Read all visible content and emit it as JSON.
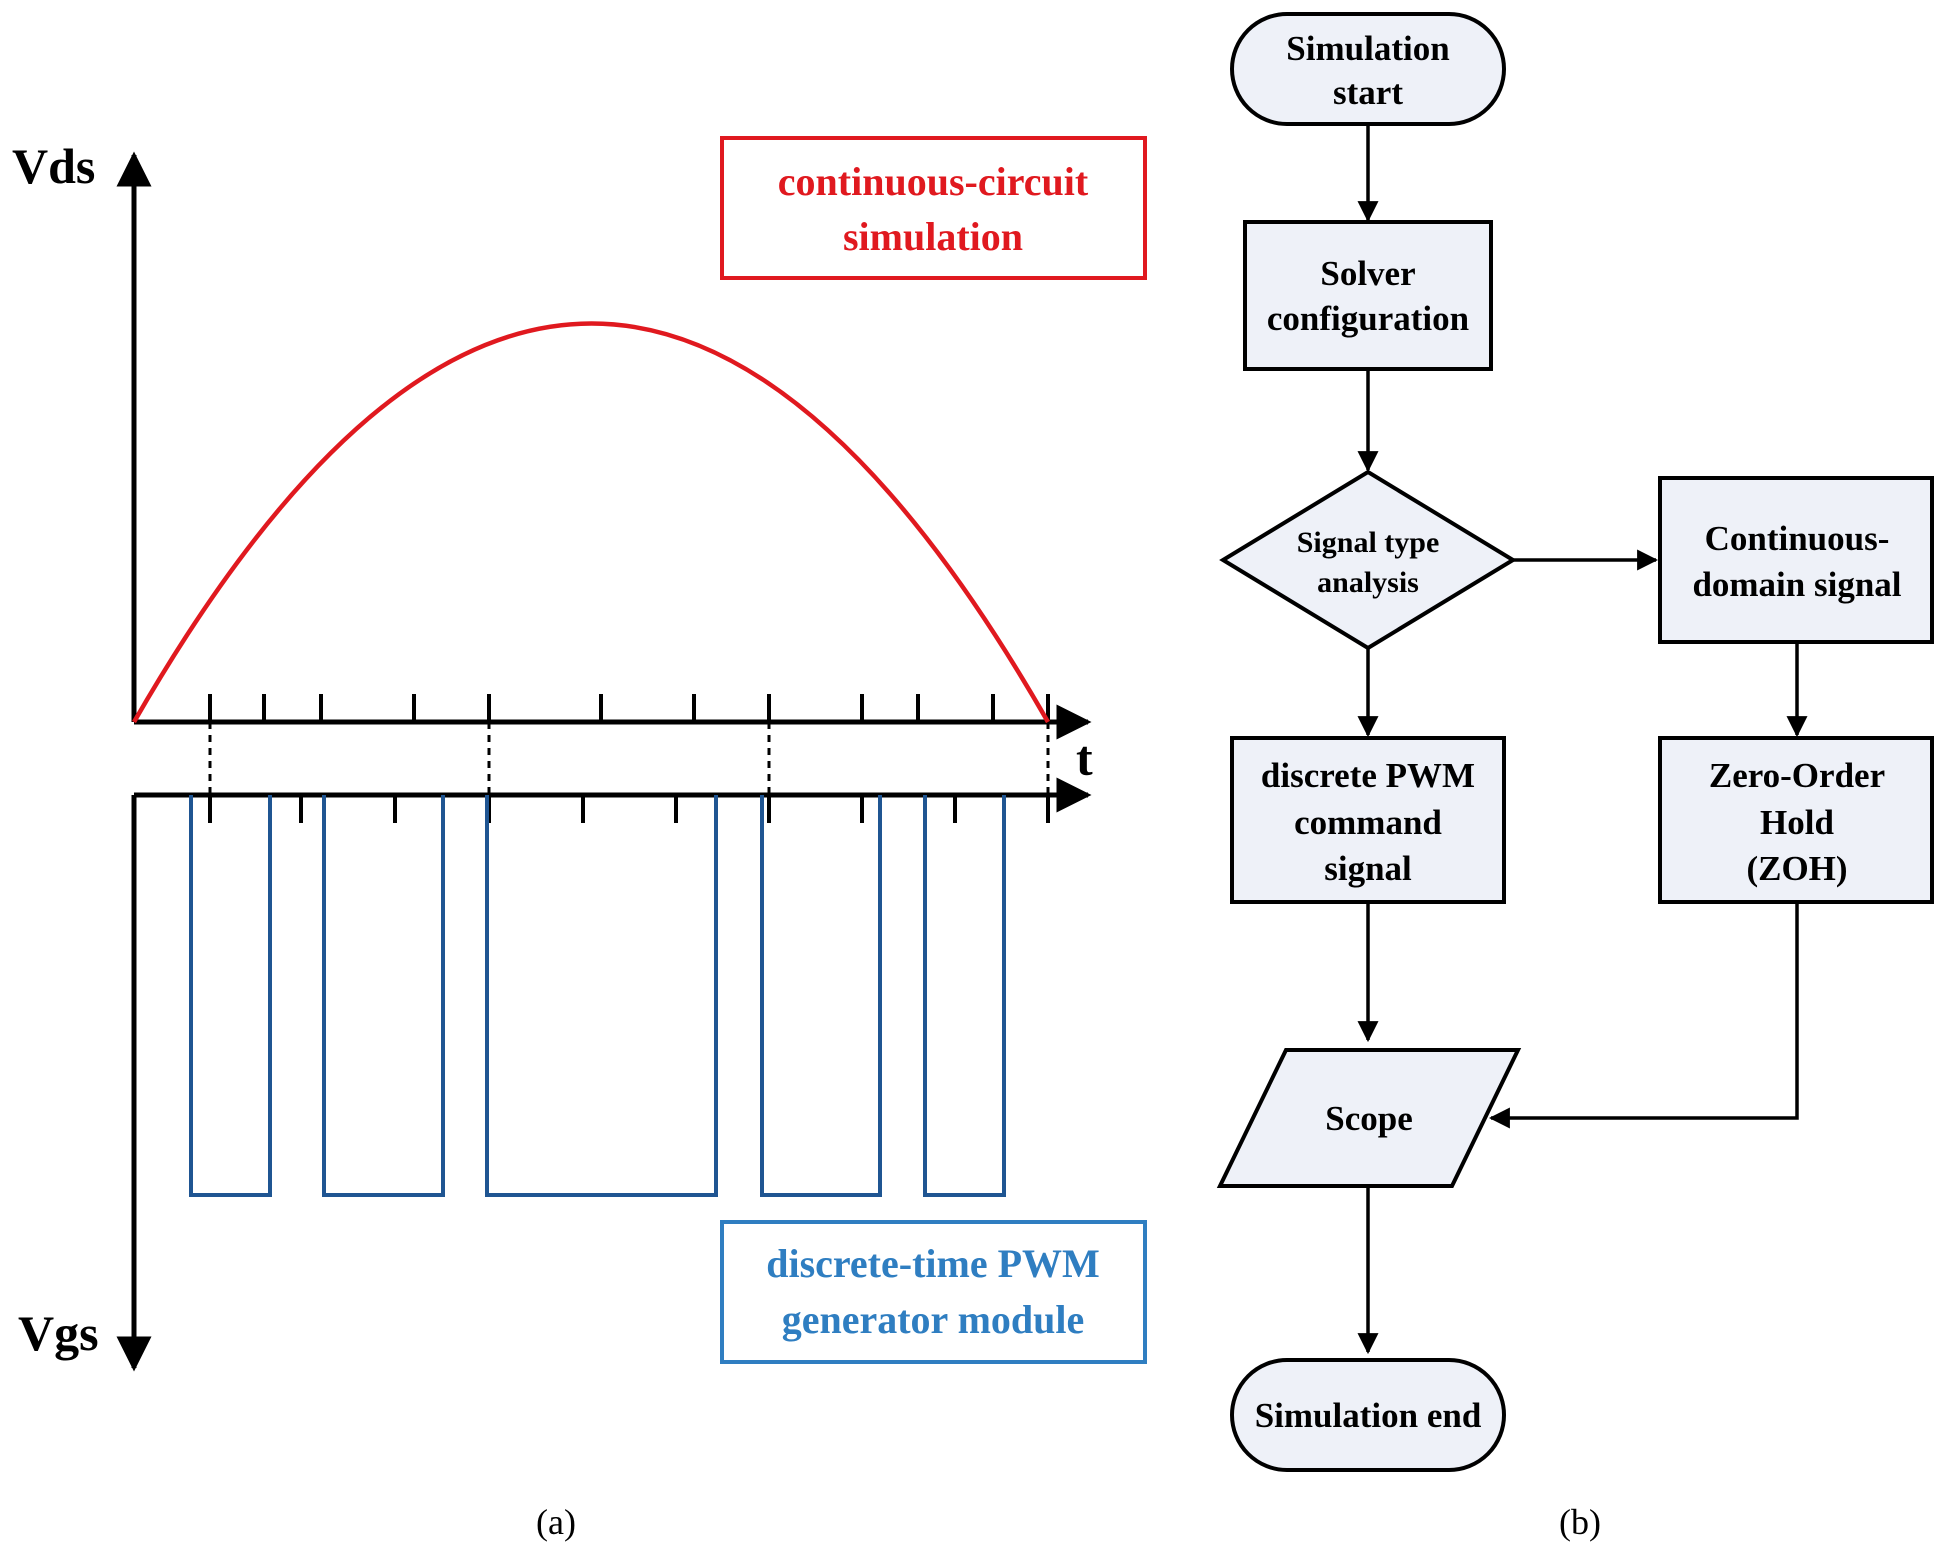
{
  "colors": {
    "curve": "#e0191f",
    "pulse": "#1f5592",
    "box_blue": "#2f7ec1",
    "node_fill": "#eef1f8",
    "stroke": "#000000"
  },
  "panel_a": {
    "y_axis_top_label": "Vds",
    "y_axis_bottom_label": "Vgs",
    "x_axis_label": "t",
    "continuous_box": {
      "line1": "continuous-circuit",
      "line2": "simulation"
    },
    "discrete_box": {
      "line1": "discrete-time PWM",
      "line2": "generator module"
    },
    "caption": "(a)"
  },
  "panel_b": {
    "start": {
      "line1": "Simulation",
      "line2": "start"
    },
    "solver": {
      "line1": "Solver",
      "line2": "configuration"
    },
    "decision": {
      "line1": "Signal type",
      "line2": "analysis"
    },
    "continuous": {
      "line1": "Continuous-",
      "line2": "domain signal"
    },
    "discrete": {
      "line1": "discrete PWM",
      "line2": "command",
      "line3": "signal"
    },
    "zoh": {
      "line1": "Zero-Order",
      "line2": "Hold",
      "line3": "(ZOH)"
    },
    "scope": "Scope",
    "end": "Simulation end",
    "caption": "(b)"
  }
}
